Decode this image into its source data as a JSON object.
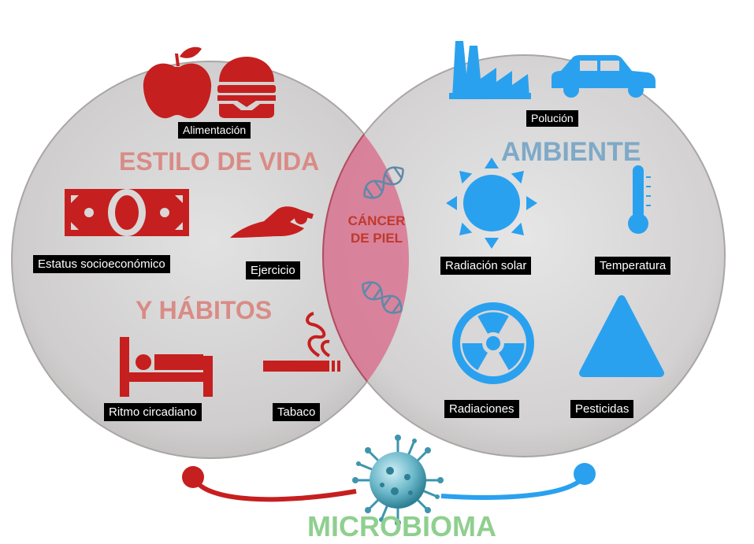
{
  "left_circle": {
    "title_line1": "ESTILO DE VIDA",
    "title_line2": "Y HÁBITOS",
    "items": [
      "Alimentación",
      "Estatus socioeconómico",
      "Ejercicio",
      "Ritmo circadiano",
      "Tabaco"
    ]
  },
  "right_circle": {
    "title": "AMBIENTE",
    "items": [
      "Polución",
      "Radiación solar",
      "Temperatura",
      "Radiaciones",
      "Pesticidas"
    ]
  },
  "overlap": {
    "line1": "CÁNCER",
    "line2": "DE PIEL"
  },
  "bottom": {
    "label": "MICROBIOMA"
  },
  "colors": {
    "red": "#c61f1f",
    "blue": "#2aa1ef",
    "green": "#8fcf8f",
    "title_pink": "#d98b86",
    "title_blue": "#7fa9c7",
    "overlap": "#d87392"
  },
  "icons": [
    "apple-icon",
    "burger-icon",
    "banknote-icon",
    "swimmer-icon",
    "bed-icon",
    "cigarette-icon",
    "factory-icon",
    "car-icon",
    "sun-icon",
    "thermometer-icon",
    "radiation-icon",
    "warning-triangle-icon",
    "dna-icon",
    "virus-icon"
  ]
}
